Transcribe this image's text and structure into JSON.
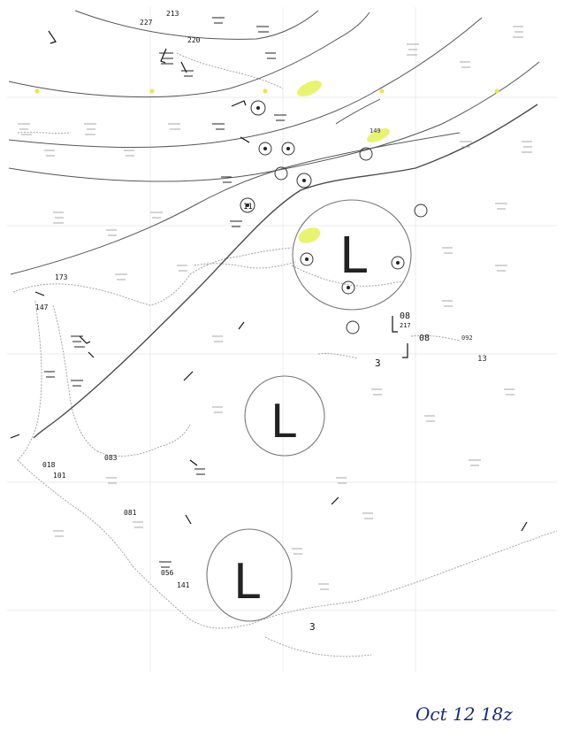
{
  "map": {
    "date_label": "Oct 12 18z",
    "colors": {
      "isobar": "#555555",
      "front": "#4a4a4a",
      "coast": "#9a9a9a",
      "highlight": "#e6f25a",
      "dot": "#f2e24a",
      "ink": "#1b2a78"
    },
    "lows": [
      {
        "name": "low-north",
        "letter": "L"
      },
      {
        "name": "low-middle",
        "letter": "L"
      },
      {
        "name": "low-south",
        "letter": "L"
      }
    ],
    "pressure_labels": [
      {
        "name": "isobar-label-north",
        "text": "11"
      },
      {
        "name": "isobar-label-east-a",
        "text": "08"
      },
      {
        "name": "isobar-label-east-b",
        "text": "08"
      },
      {
        "name": "isobar-label-east-c",
        "text": "13"
      },
      {
        "name": "isobar-label-mid",
        "text": "3"
      },
      {
        "name": "isobar-label-south",
        "text": "3"
      }
    ],
    "station_labels": [
      {
        "name": "station-top-1",
        "text": "227"
      },
      {
        "name": "station-top-2",
        "text": "213"
      },
      {
        "name": "station-top-3",
        "text": "220"
      },
      {
        "name": "station-ne-1",
        "text": "149"
      },
      {
        "name": "station-w-1",
        "text": "173"
      },
      {
        "name": "station-w-2",
        "text": "147"
      },
      {
        "name": "station-sw-1",
        "text": "018"
      },
      {
        "name": "station-sw-2",
        "text": "101"
      },
      {
        "name": "station-sw-3",
        "text": "083"
      },
      {
        "name": "station-sw-4",
        "text": "081"
      },
      {
        "name": "station-s-1",
        "text": "056"
      },
      {
        "name": "station-s-2",
        "text": "141"
      },
      {
        "name": "station-e-1",
        "text": "217"
      },
      {
        "name": "station-e-2",
        "text": "092"
      }
    ]
  }
}
